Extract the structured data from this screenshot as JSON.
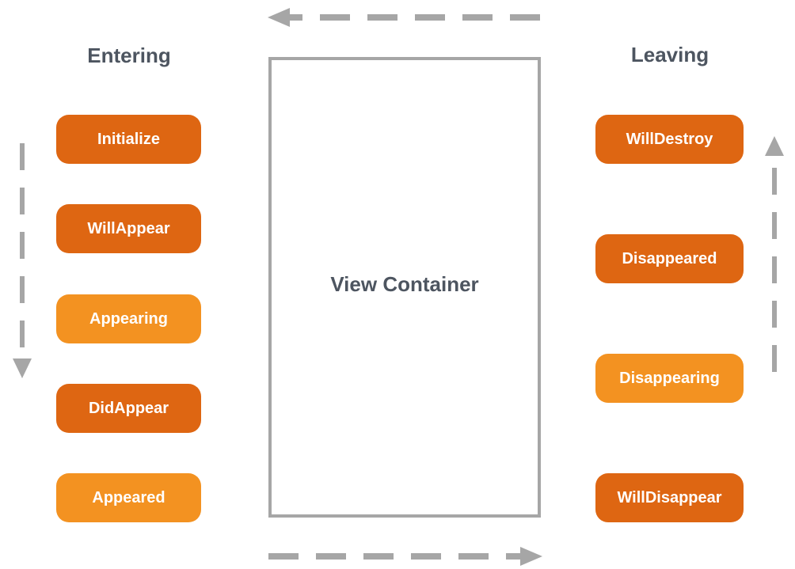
{
  "diagram": {
    "entering": {
      "title": "Entering",
      "steps": [
        {
          "label": "Initialize",
          "tone": "dark"
        },
        {
          "label": "WillAppear",
          "tone": "dark"
        },
        {
          "label": "Appearing",
          "tone": "light"
        },
        {
          "label": "DidAppear",
          "tone": "dark"
        },
        {
          "label": "Appeared",
          "tone": "light"
        }
      ]
    },
    "container": {
      "label": "View Container"
    },
    "leaving": {
      "title": "Leaving",
      "steps": [
        {
          "label": "WillDestroy",
          "tone": "dark"
        },
        {
          "label": "Disappeared",
          "tone": "dark"
        },
        {
          "label": "Disappearing",
          "tone": "light"
        },
        {
          "label": "WillDisappear",
          "tone": "dark"
        }
      ]
    }
  },
  "colors": {
    "dark_step": "#de6612",
    "light_step": "#f39221",
    "heading_text": "#4d5560",
    "arrow_gray": "#a6a6a6"
  },
  "icons": {
    "top_arrow": "arrow-left-dashed-icon",
    "bottom_arrow": "arrow-right-dashed-icon",
    "left_arrow": "arrow-down-dashed-icon",
    "right_arrow": "arrow-up-dashed-icon"
  }
}
